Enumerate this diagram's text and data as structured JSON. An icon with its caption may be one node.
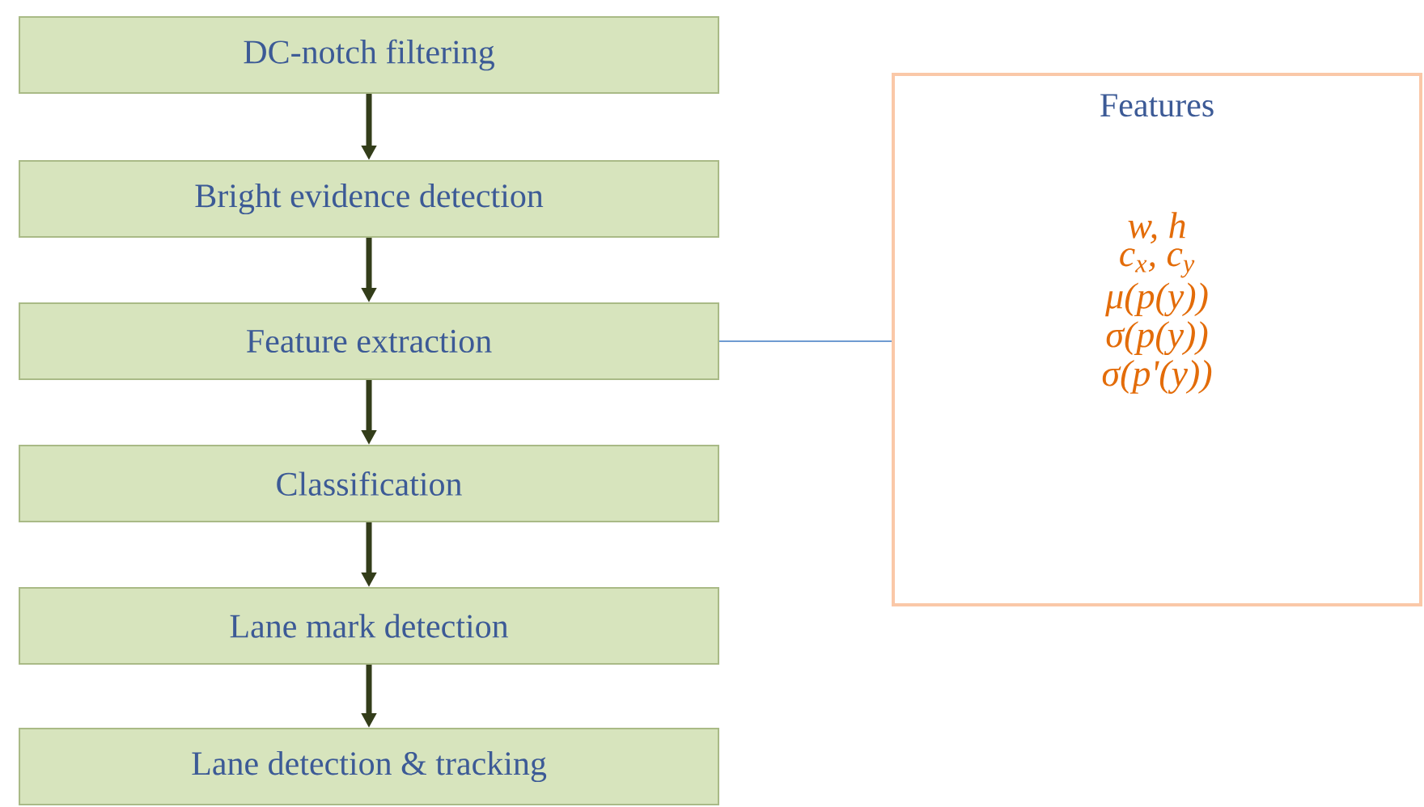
{
  "diagram": {
    "nodes": [
      {
        "text": [
          "DC-notch filtering"
        ]
      },
      {
        "text": [
          "Bright evidence detection"
        ]
      },
      {
        "text": [
          "Feature extraction"
        ]
      },
      {
        "text": [
          "Classification"
        ]
      },
      {
        "text": [
          "Lane mark detection"
        ]
      },
      {
        "text": [
          "Lane detection & tracking"
        ]
      },
      {
        "text": [
          "Features",
          "w, h",
          "c$_{x}$, c$_{y}$",
          "μ(p(y))",
          "σ(p(y))",
          "σ(p'(y))"
        ]
      }
    ],
    "edges": [
      {
        "from": 0,
        "to": 1,
        "arrow": "to"
      },
      {
        "from": 1,
        "to": 2,
        "arrow": "to"
      },
      {
        "from": 2,
        "to": 3,
        "arrow": "to"
      },
      {
        "from": 3,
        "to": 4,
        "arrow": "to"
      },
      {
        "from": 4,
        "to": 5,
        "arrow": "to"
      },
      {
        "from": 2,
        "to": 6,
        "arrow": "none",
        "color": "#6f9bd1"
      }
    ]
  }
}
